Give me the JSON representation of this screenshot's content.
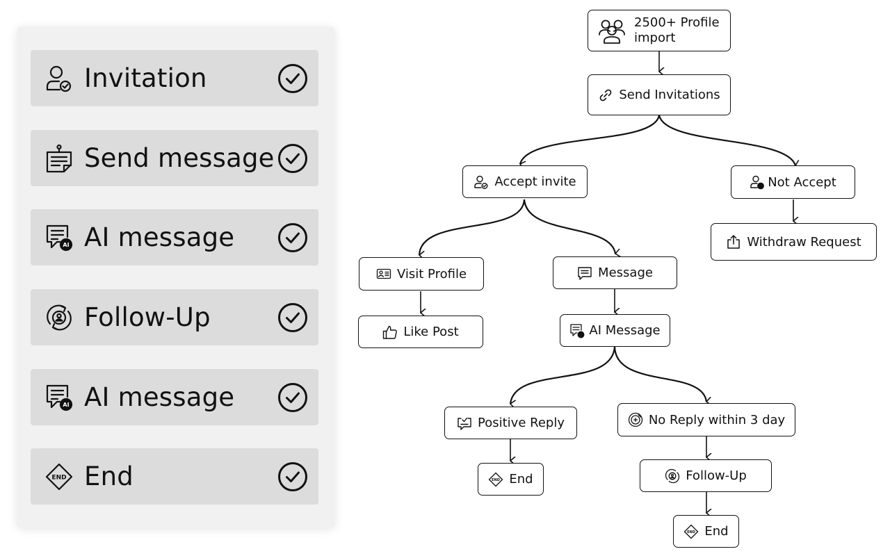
{
  "steps": [
    {
      "label": "Invitation",
      "icon": "user-check-icon"
    },
    {
      "label": "Send message",
      "icon": "message-note-icon"
    },
    {
      "label": "AI message",
      "icon": "ai-message-icon"
    },
    {
      "label": "Follow-Up",
      "icon": "follow-up-icon"
    },
    {
      "label": "AI message",
      "icon": "ai-message-icon"
    },
    {
      "label": "End",
      "icon": "end-icon"
    }
  ],
  "flow": {
    "profile_import": {
      "label": "2500+ Profile import",
      "icon": "users-icon"
    },
    "send_invitations": {
      "label": "Send Invitations",
      "icon": "link-icon"
    },
    "accept_invite": {
      "label": "Accept invite",
      "icon": "user-check-icon"
    },
    "not_accept": {
      "label": "Not Accept",
      "icon": "user-block-icon"
    },
    "withdraw_request": {
      "label": "Withdraw Request",
      "icon": "share-icon"
    },
    "visit_profile": {
      "label": "Visit Profile",
      "icon": "id-card-icon"
    },
    "like_post": {
      "label": "Like Post",
      "icon": "thumbs-up-icon"
    },
    "message": {
      "label": "Message",
      "icon": "chat-icon"
    },
    "ai_message": {
      "label": "AI Message",
      "icon": "ai-message-icon"
    },
    "positive_reply": {
      "label": "Positive Reply",
      "icon": "chat-check-icon"
    },
    "no_reply": {
      "label": "No Reply within 3 day",
      "icon": "no-reply-icon"
    },
    "end_left": {
      "label": "End",
      "icon": "end-icon"
    },
    "follow_up": {
      "label": "Follow-Up",
      "icon": "follow-up-icon"
    },
    "end_right": {
      "label": "End",
      "icon": "end-icon"
    }
  }
}
